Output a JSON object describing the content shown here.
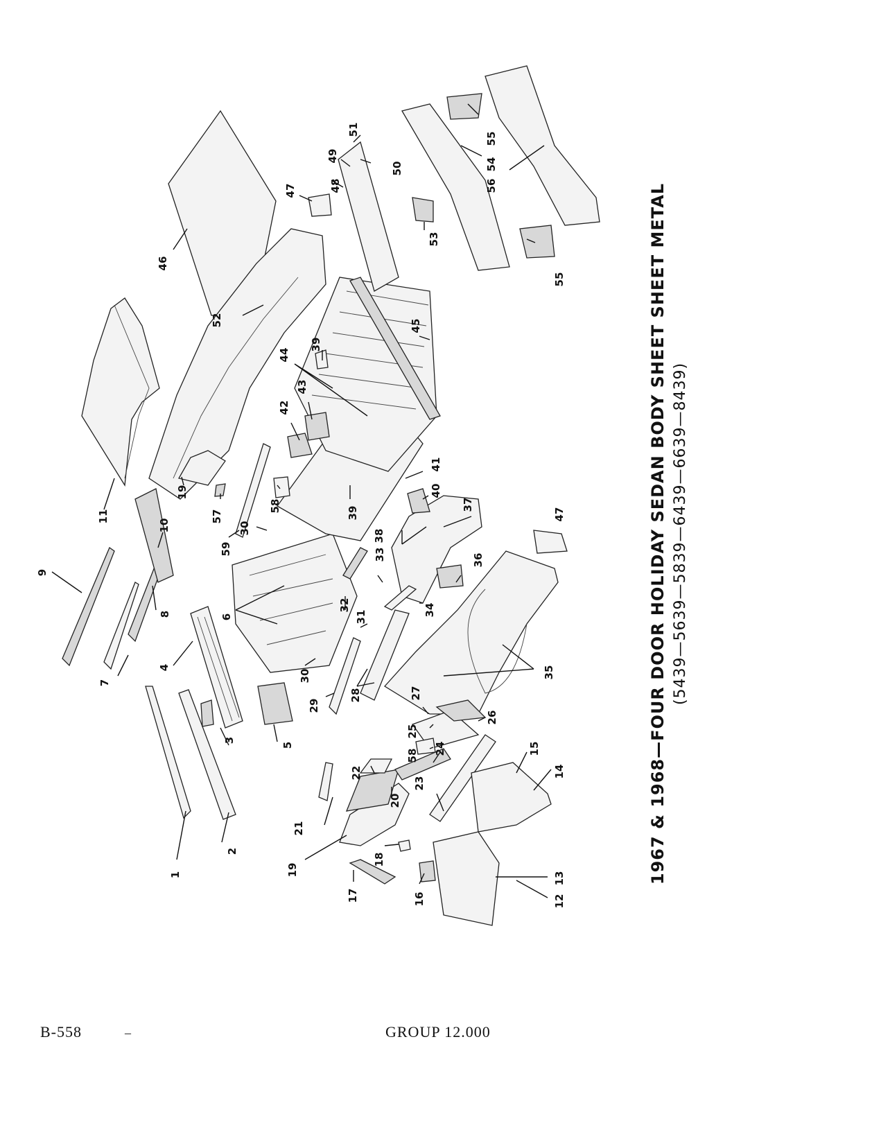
{
  "caption": {
    "title": "1967 & 1968—FOUR DOOR HOLIDAY SEDAN BODY SHEET SHEET METAL",
    "models": "(5439—5639—5839—6439—6639—8439)"
  },
  "footer": {
    "page": "B-558",
    "mark": "–",
    "group": "GROUP 12.000"
  },
  "callouts": [
    "1",
    "2",
    "3",
    "4",
    "5",
    "6",
    "7",
    "8",
    "9",
    "10",
    "11",
    "12",
    "13",
    "14",
    "15",
    "16",
    "17",
    "18",
    "19",
    "19",
    "20",
    "21",
    "22",
    "23",
    "24",
    "25",
    "26",
    "27",
    "28",
    "29",
    "30",
    "30",
    "31",
    "32",
    "33",
    "34",
    "35",
    "36",
    "37",
    "38",
    "39",
    "39",
    "40",
    "41",
    "42",
    "43",
    "44",
    "45",
    "46",
    "47",
    "47",
    "48",
    "49",
    "50",
    "51",
    "52",
    "53",
    "54",
    "55",
    "55",
    "56",
    "57",
    "58",
    "58",
    "59"
  ]
}
